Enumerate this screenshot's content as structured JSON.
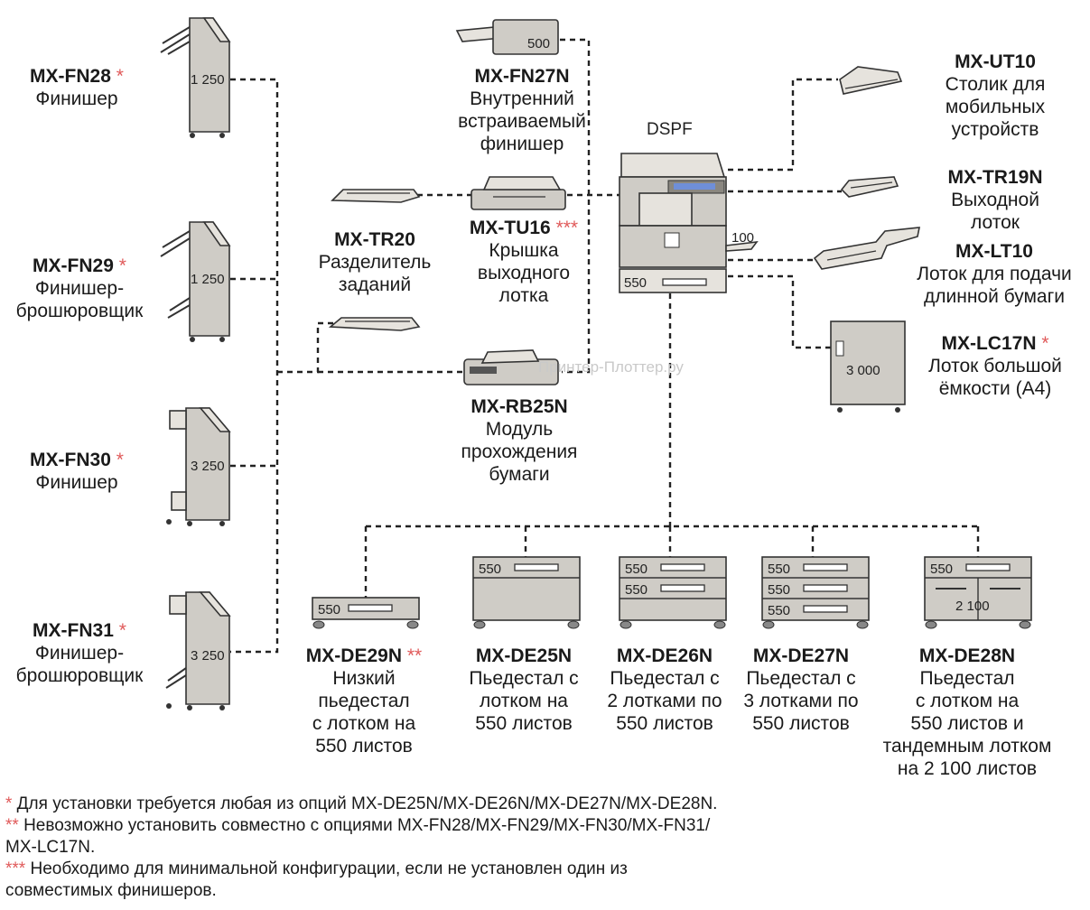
{
  "main_unit": {
    "label": "DSPF",
    "tray_capacity": "550",
    "bypass_capacity": "100"
  },
  "finishers": [
    {
      "code": "MX-FN28",
      "mark": "*",
      "desc": "Финишер",
      "capacity": "1 250"
    },
    {
      "code": "MX-FN29",
      "mark": "*",
      "desc": "Финишер-\nброшюровщик",
      "capacity": "1 250"
    },
    {
      "code": "MX-FN30",
      "mark": "*",
      "desc": "Финишер",
      "capacity": "3 250"
    },
    {
      "code": "MX-FN31",
      "mark": "*",
      "desc": "Финишер-\nброшюровщик",
      "capacity": "3 250"
    }
  ],
  "center_options": [
    {
      "code": "MX-FN27N",
      "mark": "",
      "desc": "Внутренний\nвстраиваемый\nфинишер",
      "capacity": "500"
    },
    {
      "code": "MX-TR20",
      "mark": "",
      "desc": "Разделитель\nзаданий"
    },
    {
      "code": "MX-TU16",
      "mark": "***",
      "desc": "Крышка\nвыходного\nлотка"
    },
    {
      "code": "MX-RB25N",
      "mark": "",
      "desc": "Модуль\nпрохождения\nбумаги"
    }
  ],
  "right_options": [
    {
      "code": "MX-UT10",
      "mark": "",
      "desc": "Столик для\nмобильных\nустройств"
    },
    {
      "code": "MX-TR19N",
      "mark": "",
      "desc": "Выходной\nлоток"
    },
    {
      "code": "MX-LT10",
      "mark": "",
      "desc": "Лоток для подачи\nдлинной бумаги"
    },
    {
      "code": "MX-LC17N",
      "mark": "*",
      "desc": "Лоток большой\nёмкости (A4)",
      "capacity": "3 000"
    }
  ],
  "pedestals": [
    {
      "code": "MX-DE29N",
      "mark": "**",
      "desc": "Низкий\nпьедестал\nс лотком на\n550 листов",
      "trays": [
        "550"
      ]
    },
    {
      "code": "MX-DE25N",
      "mark": "",
      "desc": "Пьедестал с\nлотком на\n550 листов",
      "trays": [
        "550"
      ]
    },
    {
      "code": "MX-DE26N",
      "mark": "",
      "desc": "Пьедестал с\n2 лотками по\n550 листов",
      "trays": [
        "550",
        "550"
      ]
    },
    {
      "code": "MX-DE27N",
      "mark": "",
      "desc": "Пьедестал с\n3 лотками по\n550 листов",
      "trays": [
        "550",
        "550",
        "550"
      ]
    },
    {
      "code": "MX-DE28N",
      "mark": "",
      "desc": "Пьедестал\nс лотком на\n550 листов и\nтандемным лотком\nна 2 100 листов",
      "trays": [
        "550",
        "2 100"
      ]
    }
  ],
  "footnotes": [
    {
      "mark": "*",
      "text": " Для установки требуется любая из опций MX-DE25N/MX-DE26N/MX-DE27N/MX-DE28N."
    },
    {
      "mark": "**",
      "text": " Невозможно установить совместно с опциями MX-FN28/MX-FN29/MX-FN30/MX-FN31/\nMX-LC17N."
    },
    {
      "mark": "***",
      "text": " Необходимо для минимальной конфигурации, если не установлен один из\nсовместимых финишеров."
    }
  ],
  "watermark": "Принтер-Плоттер.ру",
  "colors": {
    "device_fill": "#cfccc6",
    "line": "#222222",
    "note_mark": "#e05a5a",
    "screen": "#6f8fd8"
  }
}
